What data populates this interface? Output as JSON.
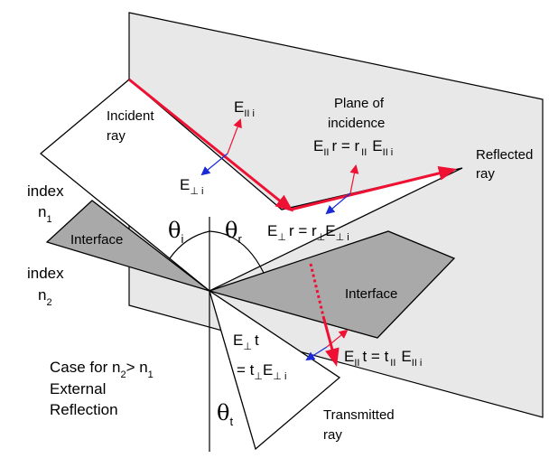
{
  "labels": {
    "incident_ray": [
      "Incident",
      "ray"
    ],
    "reflected_ray": [
      "Reflected",
      "ray"
    ],
    "transmitted_ray": [
      "Transmitted",
      "ray"
    ],
    "plane_of_incidence": [
      "Plane of",
      "incidence"
    ],
    "interface_left": "Interface",
    "interface_right": "Interface",
    "index_1": "index",
    "n_1": "n",
    "n_1_sub": "1",
    "index_2": "index",
    "n_2": "n",
    "n_2_sub": "2",
    "case_line1_pre": "Case for n",
    "case_line1_sub1": "2",
    "case_line1_mid": "> n",
    "case_line1_sub2": "1",
    "case_line2": "External",
    "case_line3": "Reflection"
  },
  "angles": {
    "theta_i": "θ",
    "theta_i_sub": "i",
    "theta_r": "θ",
    "theta_r_sub": "r",
    "theta_t": "θ",
    "theta_t_sub": "t"
  },
  "fields": {
    "E_par_i": {
      "E": "E",
      "sub": "II i"
    },
    "E_perp_i": {
      "E": "E",
      "sub": "⊥ i"
    },
    "E_par_r": {
      "E": "E",
      "sub": "II",
      "after": "r  =  r",
      "sub2": "II",
      "E2": "E",
      "sub3": "II i"
    },
    "E_perp_r": {
      "E": "E",
      "sub": "⊥",
      "after": "r  =  r",
      "sub2": "⊥",
      "E2": "E",
      "sub3": "⊥ i"
    },
    "E_perp_t": {
      "E": "E",
      "sub": "⊥",
      "after": "t",
      "line2": "=  t",
      "sub2": "⊥",
      "E2": "E",
      "sub3": "⊥ i"
    },
    "E_par_t": {
      "E": "E",
      "sub": "II",
      "after": "t  =  t",
      "sub2": "II",
      "E2": "E",
      "sub3": "II i"
    }
  },
  "colors": {
    "ray": "#ee1133",
    "perp_arrow": "#1a2bd6",
    "par_arrow": "#ee1133",
    "plane_gray": "#e8e8e8",
    "interface_gray": "#a9a9a9"
  }
}
